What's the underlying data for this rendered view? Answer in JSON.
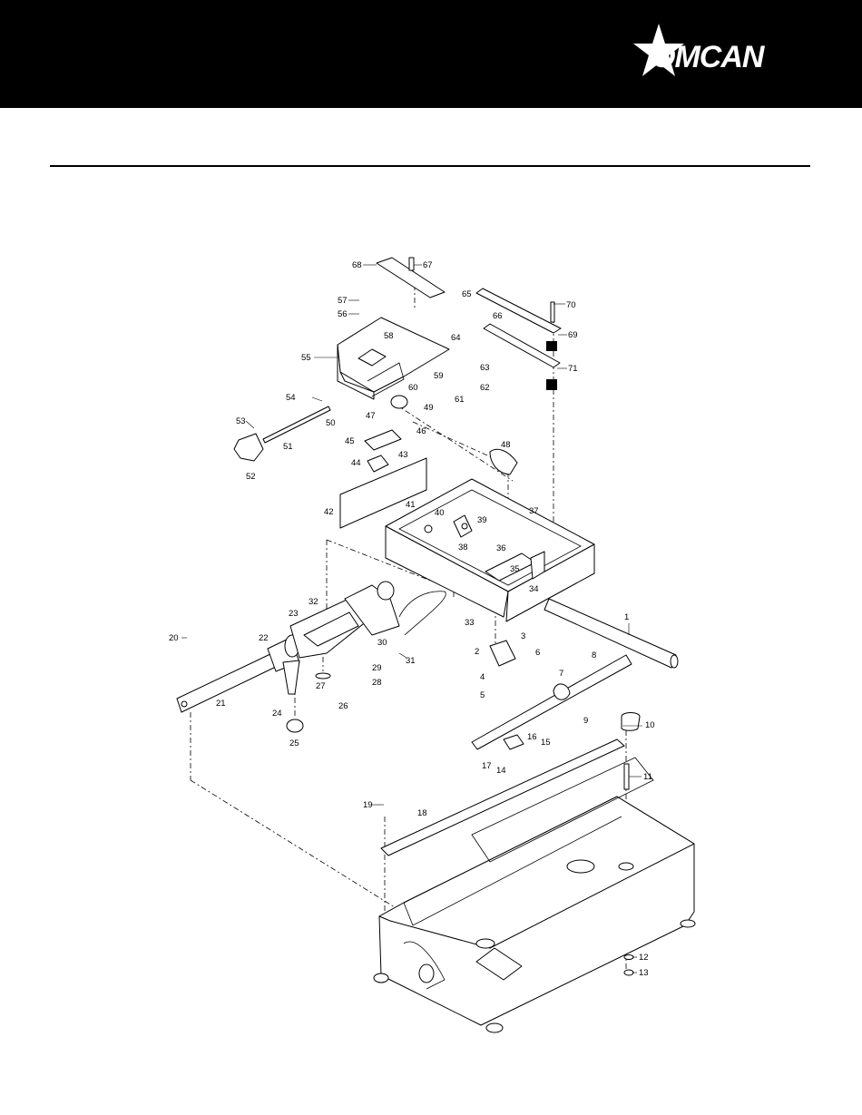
{
  "brand": {
    "name": "OMCAN",
    "header_color": "#000000",
    "text_color": "#ffffff"
  },
  "part_labels": [
    "1",
    "2",
    "3",
    "4",
    "5",
    "6",
    "7",
    "8",
    "9",
    "10",
    "11",
    "12",
    "13",
    "14",
    "15",
    "16",
    "17",
    "18",
    "19",
    "20",
    "21",
    "22",
    "23",
    "24",
    "25",
    "26",
    "27",
    "28",
    "29",
    "30",
    "31",
    "32",
    "33",
    "34",
    "35",
    "36",
    "37",
    "38",
    "39",
    "40",
    "41",
    "42",
    "43",
    "44",
    "45",
    "46",
    "47",
    "48",
    "49",
    "50",
    "51",
    "52",
    "53",
    "54",
    "55",
    "56",
    "57",
    "58",
    "59",
    "60",
    "61",
    "62",
    "63",
    "64",
    "65",
    "66",
    "67",
    "68",
    "69",
    "70",
    "71"
  ]
}
